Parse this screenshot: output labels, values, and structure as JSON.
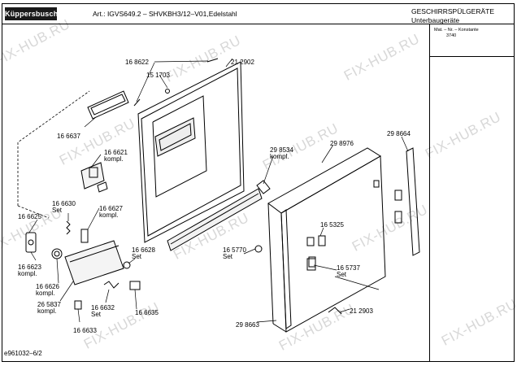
{
  "header": {
    "logo_text": "Küppersbusch",
    "article": "Art.: IGVS649.2 – SHVKBH3/12–V01,Edelstahl",
    "category_line1": "GESCHIRRSPÜLGERÄTE",
    "category_line2": "Unterbaugeräte"
  },
  "sidebar": {
    "mat_label": "Mat. – Nr. – Konstante",
    "konstante": "3740"
  },
  "footer": {
    "doc_id": "e961032–6/2"
  },
  "watermark": {
    "text": "FIX-HUB.RU"
  },
  "parts": {
    "p168622": "16 8622",
    "p212902": "21 2902",
    "p151703": "15 1703",
    "p166637": "16 6637",
    "p166621": "16 6621",
    "p166621_sub": "kompl.",
    "p298534": "29 8534",
    "p298534_sub": "kompl.",
    "p298976": "29 8976",
    "p298664": "29 8664",
    "p166630": "16 6630",
    "p166630_sub": "Set",
    "p166627": "16 6627",
    "p166627_sub": "kompl.",
    "p166625": "16 6625",
    "p165325": "16 5325",
    "p165770": "16 5770",
    "p165770_sub": "Set",
    "p166628": "16 6628",
    "p166628_sub": "Set",
    "p166623": "16 6623",
    "p166623_sub": "kompl.",
    "p165737": "16 5737",
    "p165737_sub": "Set",
    "p166626": "16 6626",
    "p166626_sub": "kompl.",
    "p265837": "26 5837",
    "p265837_sub": "kompl.",
    "p166632": "16 6632",
    "p166632_sub": "Set",
    "p166635": "16 6635",
    "p212903": "21 2903",
    "p298663": "29 8663",
    "p166633": "16 6633"
  }
}
